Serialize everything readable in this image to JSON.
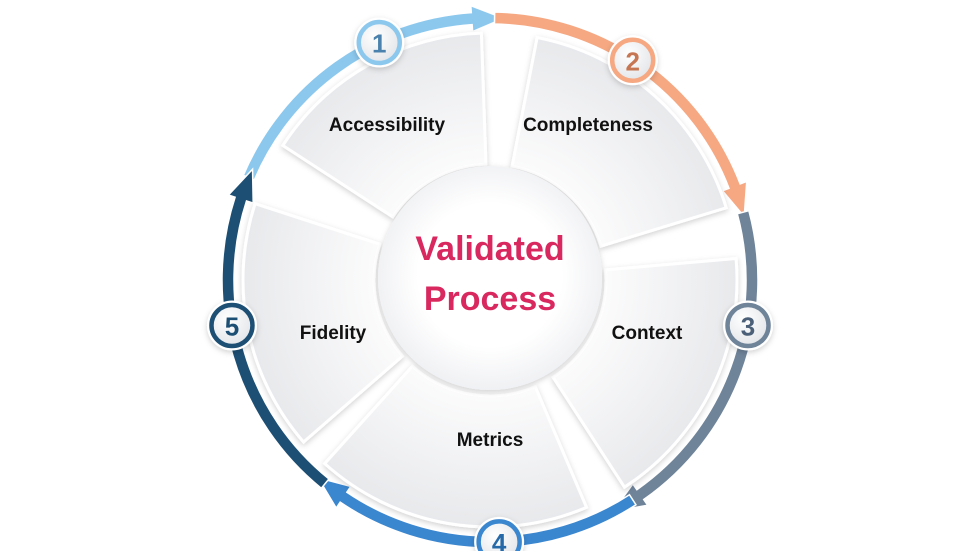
{
  "center": {
    "line1": "Validated",
    "line2": "Process",
    "color": "#d8285f"
  },
  "steps": [
    {
      "number": "1",
      "label": "Accessibility",
      "color": "#8cc8ee",
      "text_color": "#4a82ad"
    },
    {
      "number": "2",
      "label": "Completeness",
      "color": "#f5a882",
      "text_color": "#c67652"
    },
    {
      "number": "3",
      "label": "Context",
      "color": "#6f8399",
      "text_color": "#4b6078"
    },
    {
      "number": "4",
      "label": "Metrics",
      "color": "#3a86cf",
      "text_color": "#2669a8"
    },
    {
      "number": "5",
      "label": "Fidelity",
      "color": "#1d4f74",
      "text_color": "#1d4f74"
    }
  ]
}
